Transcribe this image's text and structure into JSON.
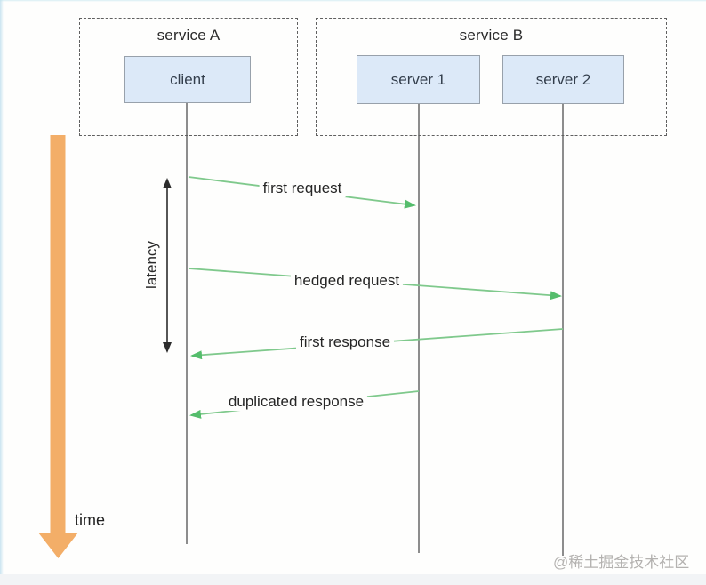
{
  "colors": {
    "arrow_green": "#7fc98c",
    "arrowhead_green": "#55bd6c",
    "time_orange": "#f3ae68",
    "box_fill": "#dce9f8",
    "box_border": "#98a1ab",
    "dashed_border": "#606060",
    "lifeline_gray": "#8d8d8d",
    "latency_dark": "#2c2c2c",
    "label_text": "#252525",
    "watermark_gray": "#b4b2b0"
  },
  "diagram": {
    "groups": [
      {
        "label": "service A"
      },
      {
        "label": "service B"
      }
    ],
    "nodes": [
      {
        "label": "client"
      },
      {
        "label": "server 1"
      },
      {
        "label": "server 2"
      }
    ],
    "messages": [
      {
        "label": "first request",
        "from": "client",
        "to": "server 1"
      },
      {
        "label": "hedged request",
        "from": "client",
        "to": "server 2"
      },
      {
        "label": "first response",
        "from": "server 2",
        "to": "client"
      },
      {
        "label": "duplicated response",
        "from": "server 1",
        "to": "client"
      }
    ],
    "latency_label": "latency",
    "time_axis_label": "time",
    "watermark": "@稀土掘金技术社区"
  }
}
